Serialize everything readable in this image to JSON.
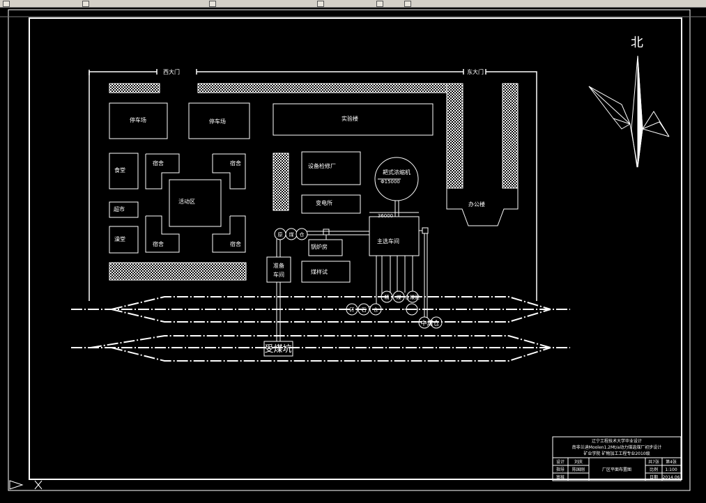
{
  "drawing": {
    "north": "北",
    "labels": {
      "west_gate": "西大门",
      "east_gate": "东大门",
      "parking_1": "停车场",
      "parking_2": "停车场",
      "lab_building": "实验楼",
      "canteen": "食堂",
      "supermarket": "超市",
      "bathhouse": "澡堂",
      "dorm_tl": "宿舍",
      "dorm_tr": "宿舍",
      "dorm_bl": "宿舍",
      "dorm_br": "宿舍",
      "activity_area": "活动区",
      "equipment_repair": "设备检修厂",
      "substation": "变电所",
      "thickener": "耙式浓缩机",
      "thickener_dia": "Φ15000",
      "dim_36000": "36000",
      "main_prep": "主选车间",
      "boiler_room": "锅炉房",
      "sample_room": "煤样试",
      "prep_workshop_1": "准备",
      "prep_workshop_2": "车间",
      "coal_pit": "受煤坑",
      "office": "办公楼",
      "bin_1": "原",
      "bin_2": "煤",
      "bin_3": "仓",
      "bin_4": "精",
      "bin_5": "煤",
      "bin_6": "仓",
      "bin_7": "矸",
      "bin_8": "石",
      "bin_9": "仓",
      "slime_store": "煤泥",
      "mid_bin": "中煤仓"
    },
    "title_block": {
      "line1": "辽宁工程技术大学毕业设计",
      "line2": "南非兰迪Moolen1.2Mt/a动力煤选煤厂初步设计",
      "line3": "矿业学院 矿物加工工程专业2010级",
      "design_label": "设计",
      "design_name": "刘庆",
      "guide_label": "指导",
      "guide_name": "陈国刚",
      "review_label": "审核",
      "review_name": "",
      "drawing_name": "厂区平面布置图",
      "sheets": "共7张",
      "sheet_no": "第4张",
      "scale_label": "比例",
      "scale": "1:100",
      "date_label": "日期",
      "date": "2014.06"
    }
  }
}
